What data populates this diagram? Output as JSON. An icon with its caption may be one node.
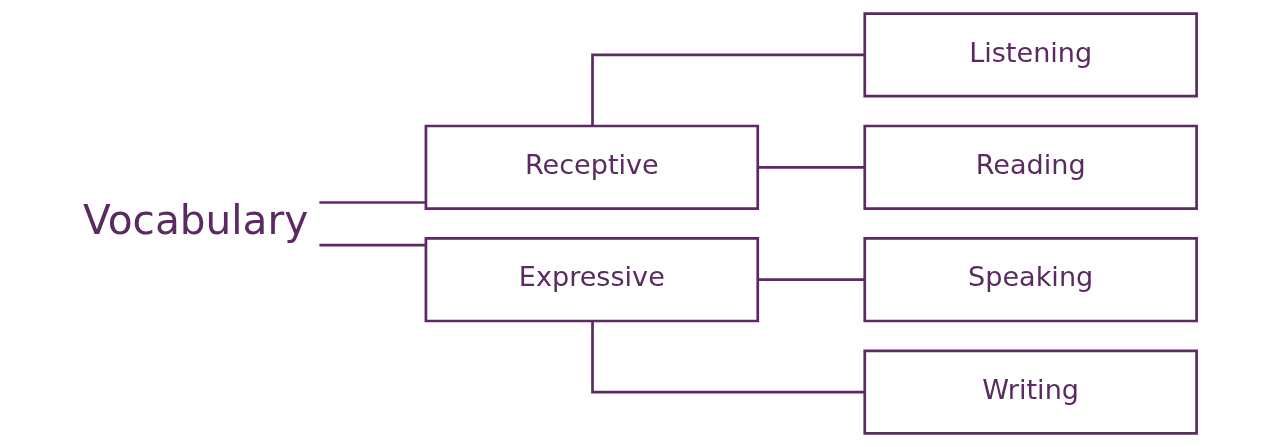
{
  "diagram": {
    "nodes": [
      {
        "text": [
          "Vocabulary"
        ]
      },
      {
        "text": [
          "Receptive"
        ]
      },
      {
        "text": [
          "Expressive"
        ]
      },
      {
        "text": [
          "Listening"
        ]
      },
      {
        "text": [
          "Reading"
        ]
      },
      {
        "text": [
          "Speaking"
        ]
      },
      {
        "text": [
          "Writing"
        ]
      }
    ],
    "edges": [
      {
        "from": 0,
        "to": 1,
        "arrow": "none"
      },
      {
        "from": 0,
        "to": 2,
        "arrow": "none"
      },
      {
        "from": 1,
        "to": 3,
        "arrow": "none"
      },
      {
        "from": 1,
        "to": 4,
        "arrow": "none"
      },
      {
        "from": 2,
        "to": 5,
        "arrow": "none"
      },
      {
        "from": 2,
        "to": 6,
        "arrow": "none"
      }
    ]
  }
}
